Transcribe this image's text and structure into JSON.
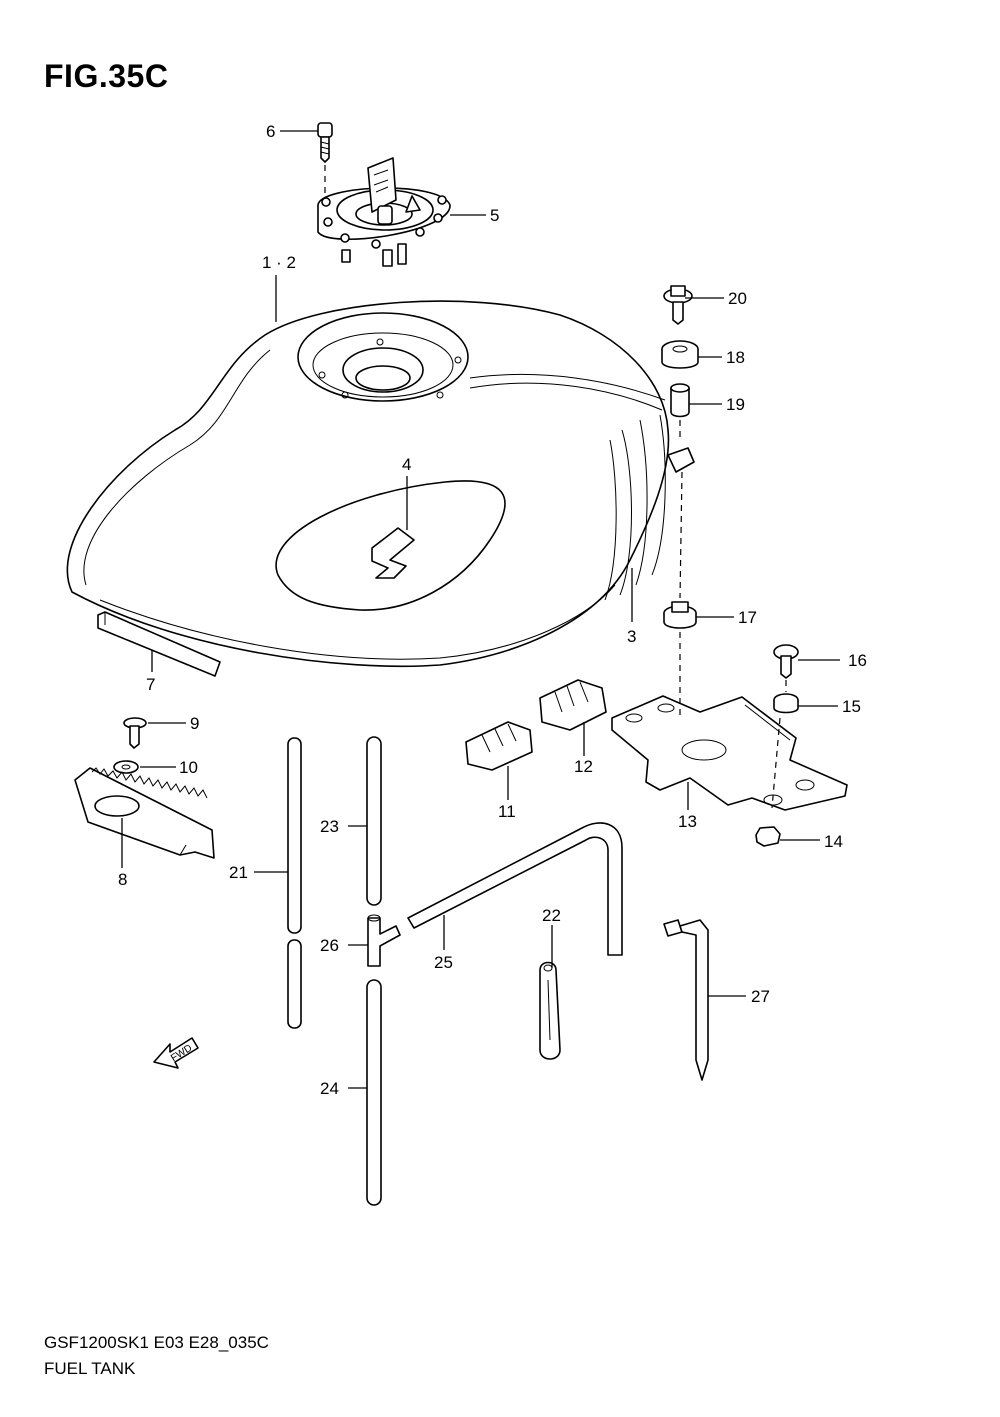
{
  "figure": {
    "title": "FIG.35C"
  },
  "footer": {
    "model_code": "GSF1200SK1 E03 E28_035C",
    "section_name": "FUEL TANK"
  },
  "fwd_label": "FWD",
  "callouts": {
    "c1": "1 · 2",
    "c3": "3",
    "c4": "4",
    "c5": "5",
    "c6": "6",
    "c7": "7",
    "c8": "8",
    "c9": "9",
    "c10": "10",
    "c11": "11",
    "c12": "12",
    "c13": "13",
    "c14": "14",
    "c15": "15",
    "c16": "16",
    "c17": "17",
    "c18": "18",
    "c19": "19",
    "c20": "20",
    "c21": "21",
    "c22": "22",
    "c23": "23",
    "c24": "24",
    "c25": "25",
    "c26": "26",
    "c27": "27"
  }
}
